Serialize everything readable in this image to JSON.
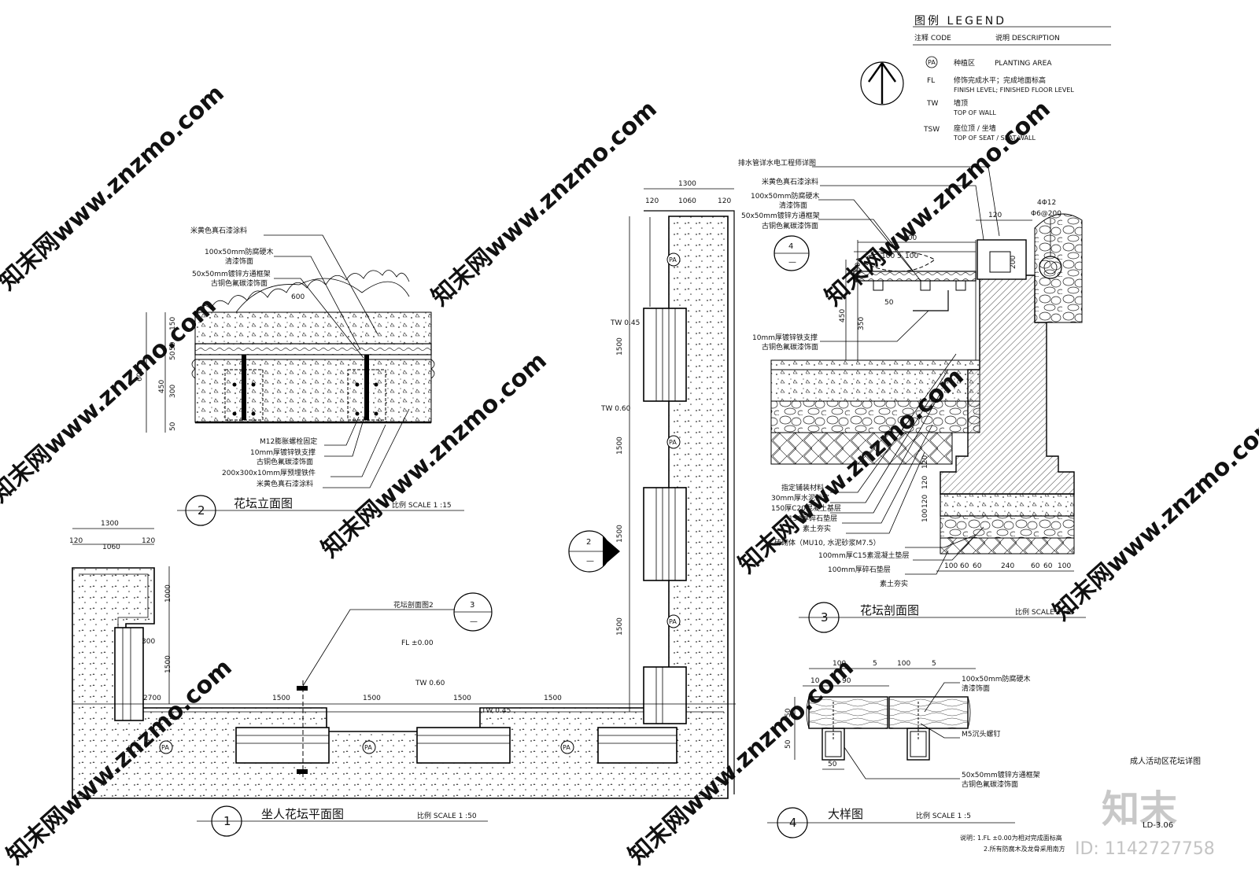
{
  "legend": {
    "title": "图例 LEGEND",
    "col_code": "注释 CODE",
    "col_desc": "说明  DESCRIPTION",
    "items": [
      {
        "code": "PA",
        "zh": "种植区",
        "en": "PLANTING AREA",
        "en2": ""
      },
      {
        "code": "FL",
        "zh": "修饰完成水平；完成地面标高",
        "en": "FINISH LEVEL; FINISHED FLOOR LEVEL",
        "en2": ""
      },
      {
        "code": "TW",
        "zh": "墙顶",
        "en": "TOP OF WALL",
        "en2": ""
      },
      {
        "code": "TSW",
        "zh": "座位顶 / 坐墙",
        "en": "TOP OF SEAT / SEAT WALL",
        "en2": ""
      }
    ]
  },
  "drawing1": {
    "num": "1",
    "title": "坐人花坛平面图",
    "scale": "比例 SCALE 1 :50",
    "dims_top": [
      "1300",
      "120",
      "1060",
      "120"
    ],
    "dims_left": [
      "1000",
      "1500",
      "2700",
      "300"
    ],
    "dims_bottom": [
      "1500",
      "1500",
      "1500",
      "1500"
    ],
    "fl_label": "FL ±0.00",
    "tw1": "TW 0.60",
    "tw2": "TW 0.45",
    "section_ref": "花坛剖面图2",
    "section_num": "3",
    "pa": "PA"
  },
  "drawing2": {
    "num": "2",
    "title": "花坛立面图",
    "scale": "比例 SCALE 1 :15",
    "callouts_top": [
      "米黄色真石漆涂料",
      "100x50mm防腐硬木",
      "清漆饰面",
      "50x50mm镀锌方通框架",
      "古铜色氟碳漆饰面"
    ],
    "callouts_bottom": [
      "M12膨胀螺栓固定",
      "10mm厚镀锌铁支撑",
      "古铜色氟碳漆饰面",
      "200x300x10mm厚预埋铁件",
      "米黄色真石漆涂料"
    ],
    "dims": [
      "150",
      "50",
      "50",
      "300",
      "50",
      "450",
      "600"
    ],
    "top_note": "600"
  },
  "drawing3": {
    "num": "3",
    "title": "花坛剖面图",
    "scale": "比例 SCALE 1 :15",
    "callouts_top": [
      "排水管详水电工程师详图",
      "米黄色真石漆涂料",
      "100x50mm防腐硬木",
      "清漆饰面",
      "50x50mm镀锌方通框架",
      "古铜色氟碳漆饰面"
    ],
    "callout_mid": [
      "10mm厚镀锌铁支撑",
      "古铜色氟碳漆饰面"
    ],
    "callouts_bottom": [
      "指定铺装材料",
      "30mm厚水泥砂浆",
      "150厚C20混凝土基层",
      "150厚碎石垫层",
      "素土夯实",
      "砖砌体（MU10, 水泥砂浆M7.5）",
      "100mm厚C15素混凝土垫层",
      "100mm厚碎石垫层",
      "素土夯实"
    ],
    "rebar": [
      "4Φ12",
      "Φ6@200"
    ],
    "dims_top": [
      "120",
      "500",
      "100",
      "5",
      "100"
    ],
    "dims_left": [
      "50",
      "50",
      "450",
      "350",
      "50"
    ],
    "dims_bottom": [
      "100",
      "60",
      "60",
      "240",
      "60",
      "60",
      "100"
    ],
    "dims_right_inner": [
      "200",
      "120",
      "120",
      "120",
      "100"
    ],
    "marker_num": "4"
  },
  "drawing4": {
    "num": "4",
    "title": "大样图",
    "scale": "比例 SCALE 1 :5",
    "dims_top": [
      "100",
      "5",
      "100",
      "5",
      "10",
      "90"
    ],
    "dims_side": [
      "50",
      "50"
    ],
    "dims_bottom": [
      "50"
    ],
    "callouts": [
      "100x50mm防腐硬木",
      "清漆饰面",
      "M5沉头螺钉",
      "50x50mm镀锌方通框架",
      "古铜色氟碳漆饰面"
    ]
  },
  "notes": {
    "head": "说明：",
    "lines": [
      "1.FL ±0.00为相对完成面标高",
      "2.所有防腐木及龙骨采用南方"
    ]
  },
  "sheet": {
    "title": "成人活动区花坛详图",
    "number": "LD-3.06",
    "logo": "知末",
    "id": "ID: 1142727758",
    "watermark": "知末网www.znzmo.com"
  }
}
